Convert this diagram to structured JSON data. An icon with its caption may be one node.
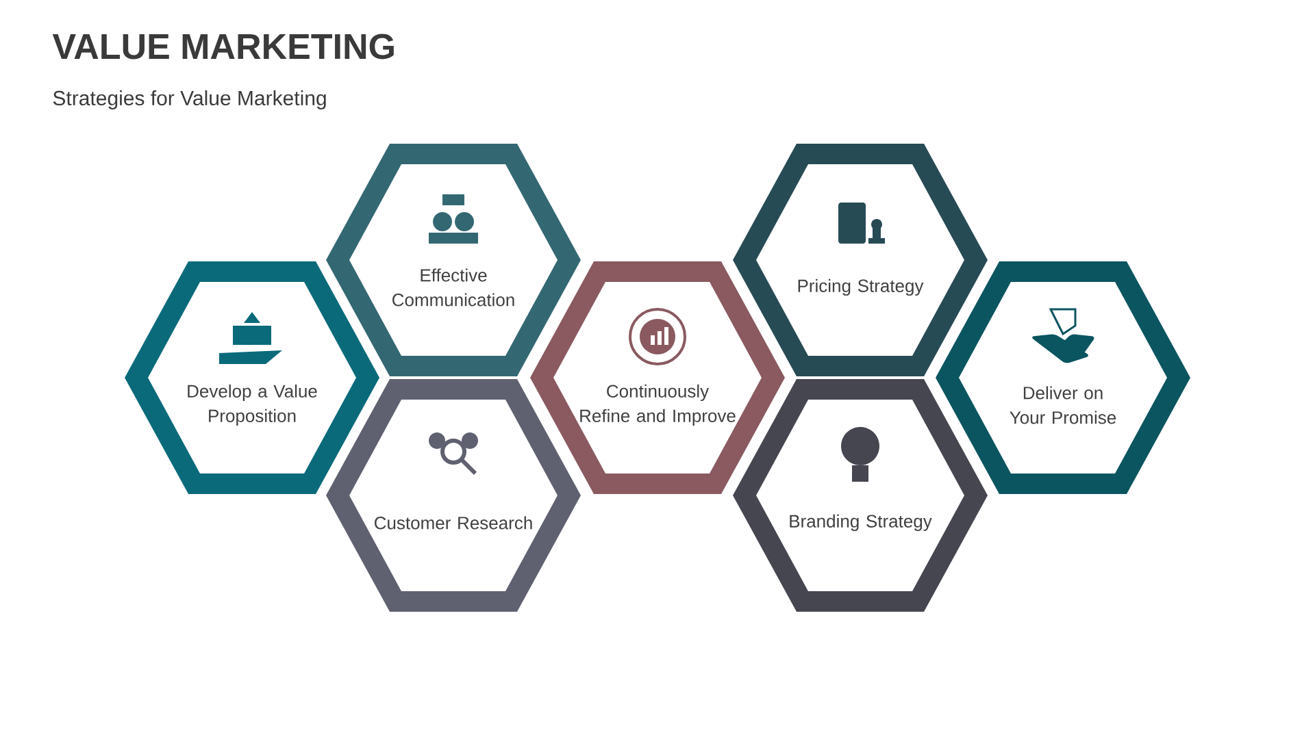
{
  "diagram": {
    "title": "VALUE MARKETING",
    "nodes": [
      {
        "text": [
          "Develop a Value Proposition"
        ]
      },
      {
        "text": [
          "Effective Communication"
        ]
      },
      {
        "text": [
          "Customer Research"
        ]
      },
      {
        "text": [
          "Continuously Refine and Improve"
        ]
      },
      {
        "text": [
          "Pricing Strategy"
        ]
      },
      {
        "text": [
          "Branding Strategy"
        ]
      },
      {
        "text": [
          "Deliver on Your Promise"
        ]
      }
    ],
    "labels": [
      "Strategies for Value Marketing"
    ]
  }
}
